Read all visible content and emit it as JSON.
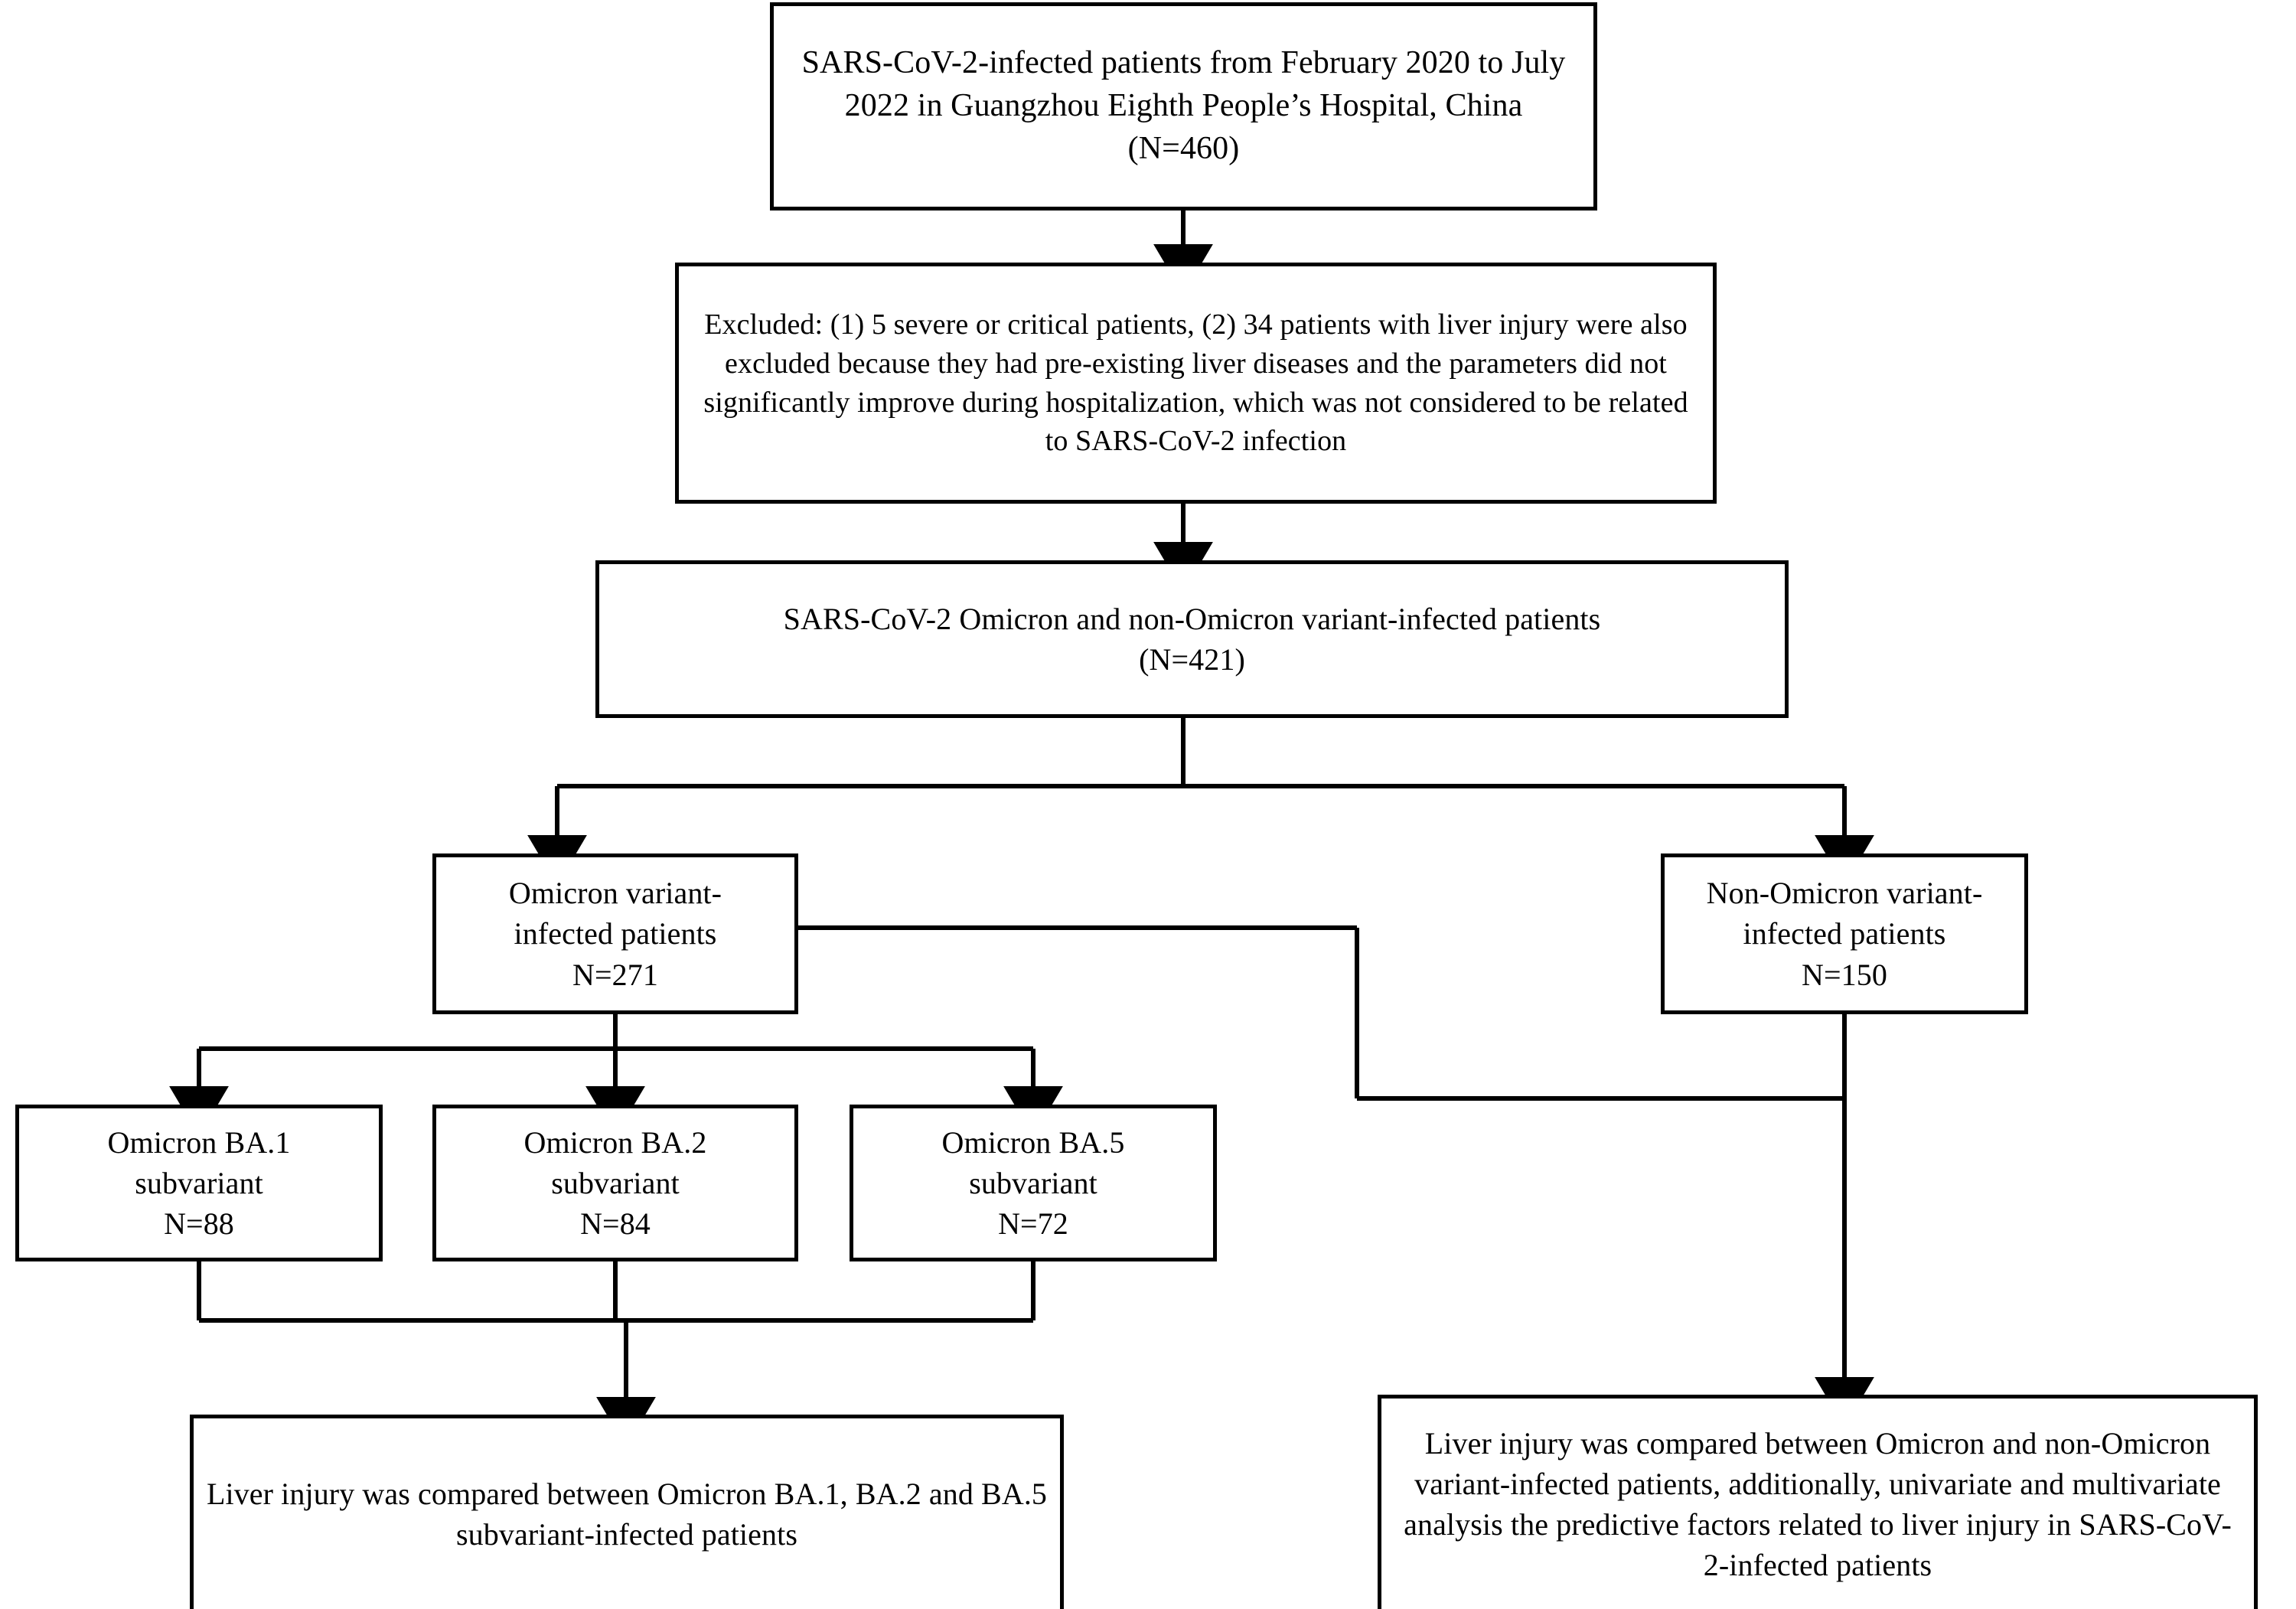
{
  "diagram": {
    "title": "SARS-CoV-2 patient cohort study flow diagram",
    "stroke_color": "#000000",
    "background_color": "#ffffff",
    "nodes": {
      "cohort": {
        "label": "SARS-CoV-2-infected patients from February 2020 to July 2022  in Guangzhou Eighth People’s Hospital, China\n(N=460)",
        "count": 460
      },
      "excluded": {
        "label": "Excluded: (1) 5 severe or critical patients, (2) 34 patients with liver injury were also excluded because they had pre-existing liver diseases and the parameters did not significantly improve during hospitalization, which was not considered to be related to SARS-CoV-2 infection",
        "excluded_severe": 5,
        "excluded_liver_injury": 34
      },
      "eligible": {
        "label": "SARS-CoV-2 Omicron and non-Omicron variant-infected patients\n(N=421)",
        "count": 421
      },
      "omicron": {
        "label": "Omicron variant-\ninfected patients\nN=271",
        "count": 271
      },
      "nonomicron": {
        "label": "Non-Omicron variant-\ninfected patients\nN=150",
        "count": 150
      },
      "ba1": {
        "label": "Omicron BA.1\nsubvariant\nN=88",
        "count": 88
      },
      "ba2": {
        "label": "Omicron BA.2\nsubvariant\nN=84",
        "count": 84
      },
      "ba5": {
        "label": "Omicron BA.5\nsubvariant\nN=72",
        "count": 72
      },
      "outcome_subvariant": {
        "label": "Liver injury was compared between Omicron BA.1, BA.2 and BA.5 subvariant-infected patients"
      },
      "outcome_variant": {
        "label": "Liver injury was compared between Omicron and non-Omicron variant-infected patients, additionally, univariate and multivariate analysis the predictive factors related to liver injury in SARS-CoV-2-infected patients"
      }
    },
    "edges": [
      {
        "name": "cohort-to-excluded",
        "from": "cohort",
        "to": "excluded",
        "arrow": true
      },
      {
        "name": "excluded-to-eligible",
        "from": "excluded",
        "to": "eligible",
        "arrow": true
      },
      {
        "name": "eligible-to-omicron",
        "from": "eligible",
        "to": "omicron",
        "arrow": true
      },
      {
        "name": "eligible-to-nonomicron",
        "from": "eligible",
        "to": "nonomicron",
        "arrow": true
      },
      {
        "name": "omicron-to-ba1",
        "from": "omicron",
        "to": "ba1",
        "arrow": true
      },
      {
        "name": "omicron-to-ba2",
        "from": "omicron",
        "to": "ba2",
        "arrow": true
      },
      {
        "name": "omicron-to-ba5",
        "from": "omicron",
        "to": "ba5",
        "arrow": true
      },
      {
        "name": "subvariants-to-outcome",
        "from": "ba1,ba2,ba5",
        "to": "outcome_subvariant",
        "arrow": true
      },
      {
        "name": "omicron-to-outcome-variant",
        "from": "omicron",
        "to": "outcome_variant",
        "arrow": false
      },
      {
        "name": "nonomicron-to-outcome-variant",
        "from": "nonomicron",
        "to": "outcome_variant",
        "arrow": true
      }
    ]
  }
}
